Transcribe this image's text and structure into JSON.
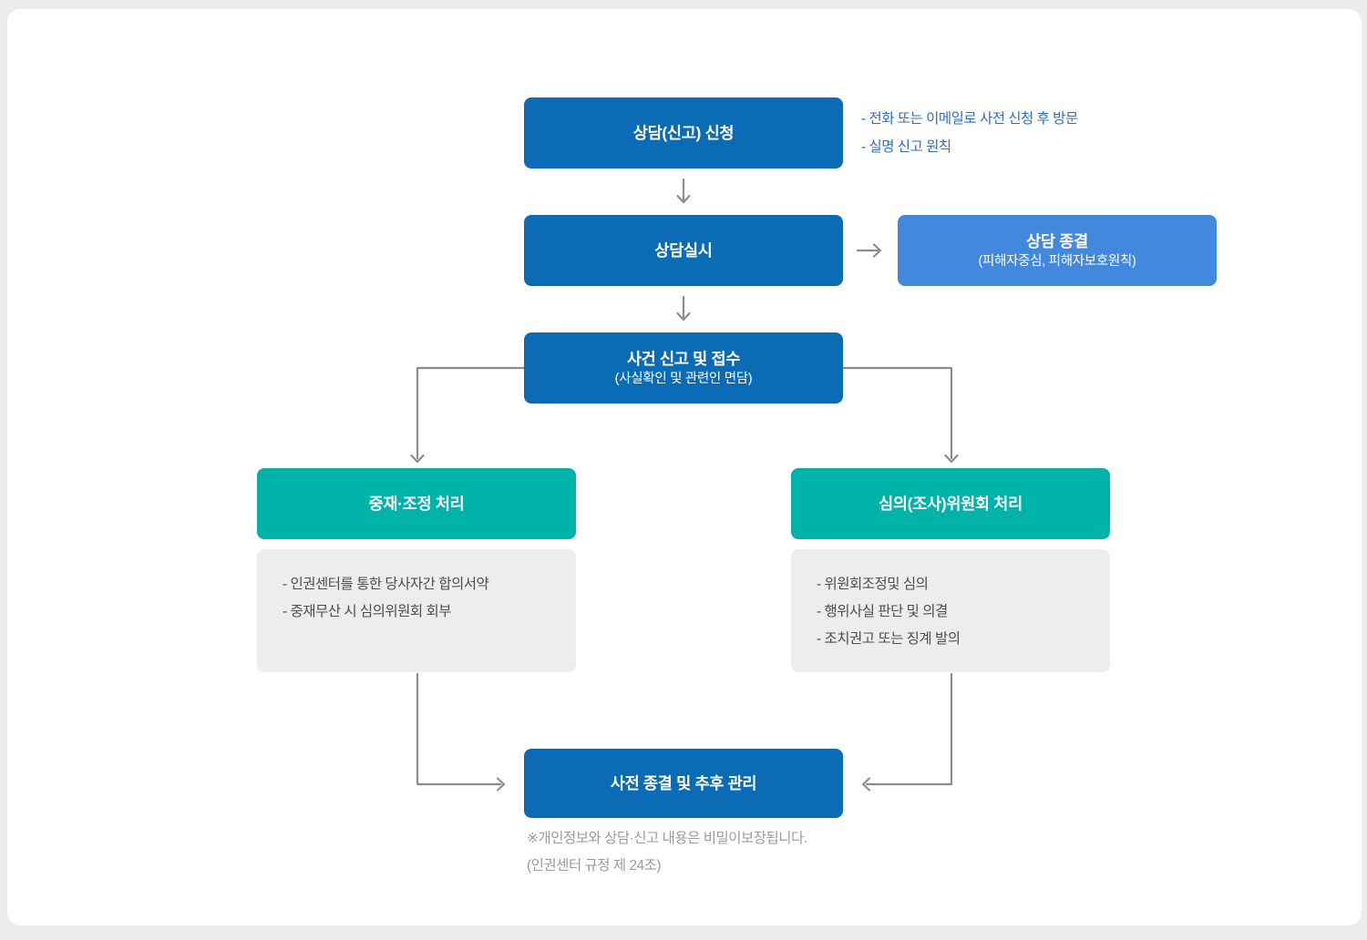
{
  "colors": {
    "page_bg": "#ececec",
    "card_bg": "#ffffff",
    "primary_blue": "#0b6cb5",
    "light_blue": "#4289dd",
    "teal": "#00b3a8",
    "gray_panel": "#ededed",
    "connector_gray": "#8c8c8c",
    "note_blue": "#2e6fc0",
    "bullet_text": "#4d4d4d",
    "footnote_gray": "#9b9b9b"
  },
  "flow": {
    "step1": {
      "title": "상담(신고) 신청",
      "notes": [
        "- 전화 또는 이메일로 사전 신청 후 방문",
        "- 실명 신고 원칙"
      ]
    },
    "step2": {
      "title": "상담실시"
    },
    "step2_side": {
      "title": "상담 종결",
      "subtitle": "(피해자중심, 피해자보호원칙)"
    },
    "step3": {
      "title": "사건 신고 및 접수",
      "subtitle": "(사실확인 및 관련인 면담)"
    },
    "branch_left": {
      "title": "중재·조정 처리",
      "details": [
        "- 인권센터를 통한 당사자간 합의서약",
        "- 중재무산 시 심의위원회 회부"
      ]
    },
    "branch_right": {
      "title": "심의(조사)위원회 처리",
      "details": [
        "- 위원회조정및 심의",
        "- 행위사실 판단 및 의결",
        "- 조치권고 또는 징계 발의"
      ]
    },
    "final": {
      "title": "사전 종결 및 추후 관리"
    },
    "footnote": [
      "※개인정보와 상담·신고 내용은 비밀이보장됩니다.",
      "(인권센터 규정 제 24조)"
    ]
  }
}
